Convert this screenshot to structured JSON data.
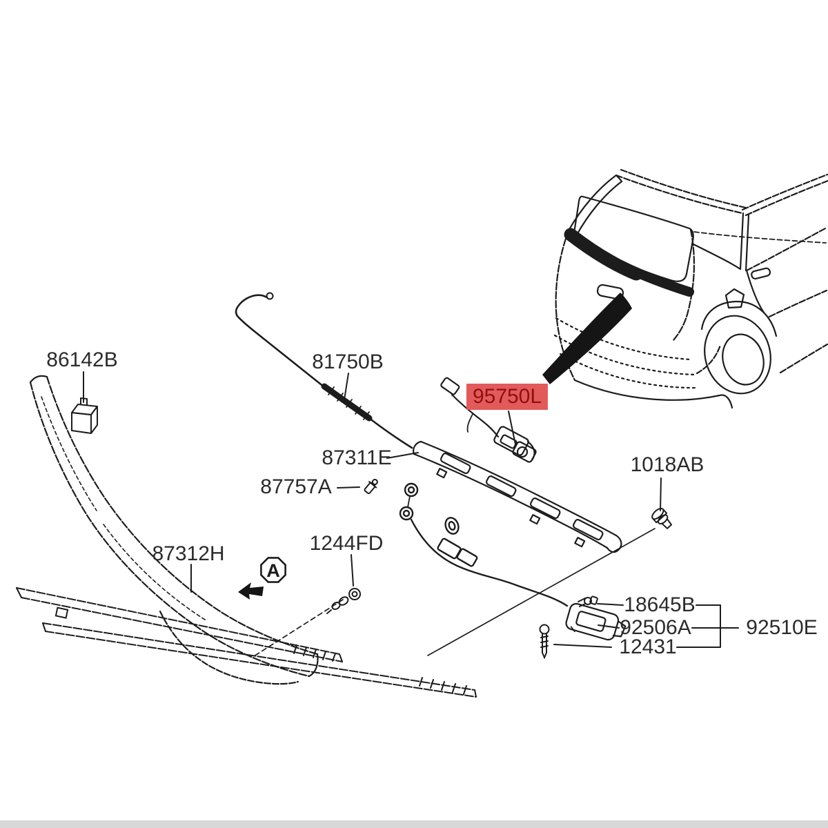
{
  "diagram": {
    "type": "exploded-parts-diagram",
    "subject": "tailgate garnish / rear view camera / license lamp assembly",
    "colors": {
      "ink": "#1c1c1c",
      "background": "#ffffff",
      "highlight_bg": "#e25a5a",
      "highlight_text": "#8f1010",
      "label_text": "#2b2b2b",
      "scan_edge_bar": "#d8d8d8"
    },
    "parts": [
      {
        "number": "86142B",
        "highlighted": false
      },
      {
        "number": "81750B",
        "highlighted": false
      },
      {
        "number": "95750L",
        "highlighted": true
      },
      {
        "number": "87311E",
        "highlighted": false
      },
      {
        "number": "87757A",
        "highlighted": false
      },
      {
        "number": "1018AB",
        "highlighted": false
      },
      {
        "number": "87312H",
        "highlighted": false
      },
      {
        "number": "1244FD",
        "highlighted": false
      },
      {
        "number": "18645B",
        "highlighted": false
      },
      {
        "number": "92506A",
        "highlighted": false
      },
      {
        "number": "12431",
        "highlighted": false
      },
      {
        "number": "92510E",
        "highlighted": false
      }
    ],
    "callout": {
      "letter": "A"
    }
  }
}
